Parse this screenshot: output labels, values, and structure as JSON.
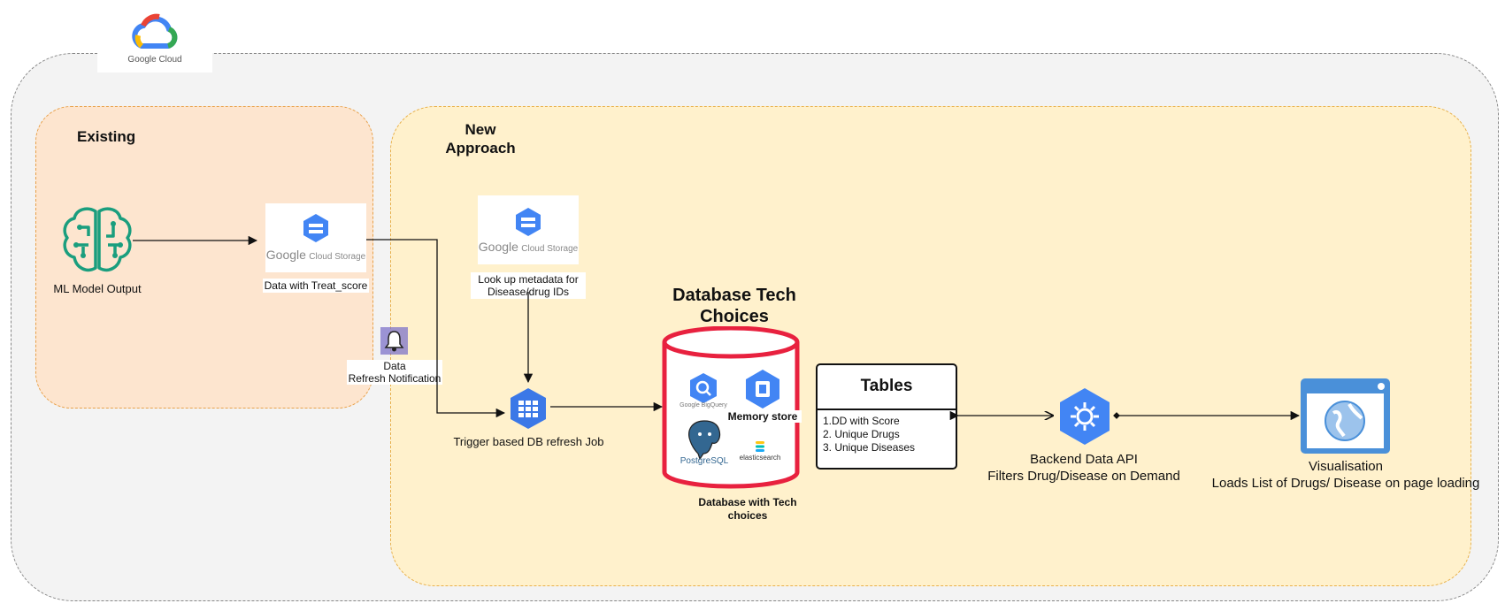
{
  "cloud": {
    "brand": "Google Cloud",
    "colors": {
      "blue": "#4285f4",
      "red": "#ea4335",
      "yellow": "#fbbc05",
      "green": "#34a853"
    }
  },
  "existing": {
    "title": "Existing",
    "ml_output_label": "ML Model Output",
    "storage_label": "Data with Treat_score",
    "storage_brand_google": "Google",
    "storage_brand_rest": "Cloud Storage"
  },
  "new_approach": {
    "title_line1": "New",
    "title_line2": "Approach",
    "notification_line1": "Data",
    "notification_line2": "Refresh Notification",
    "lookup_line1": "Look up metadata for",
    "lookup_line2": "Disease/drug IDs",
    "lookup_brand_google": "Google",
    "lookup_brand_rest": "Cloud Storage",
    "refresh_job_label": "Trigger based  DB refresh Job",
    "db_title_line1": "Database Tech",
    "db_title_line2": "Choices",
    "db_caption_line1": "Database with Tech",
    "db_caption_line2": "choices",
    "db_options": {
      "bigquery": "Google BigQuery",
      "memorystore": "Memory store",
      "postgres": "PostgreSQL",
      "elastic": "elasticsearch"
    },
    "tables": {
      "title": "Tables",
      "items": [
        "1.DD with Score",
        "2. Unique Drugs",
        "3. Unique Diseases"
      ]
    },
    "api_line1": "Backend Data API",
    "api_line2": "Filters Drug/Disease on Demand",
    "viz_line1": "Visualisation",
    "viz_line2": "Loads List of Drugs/ Disease on page loading"
  }
}
